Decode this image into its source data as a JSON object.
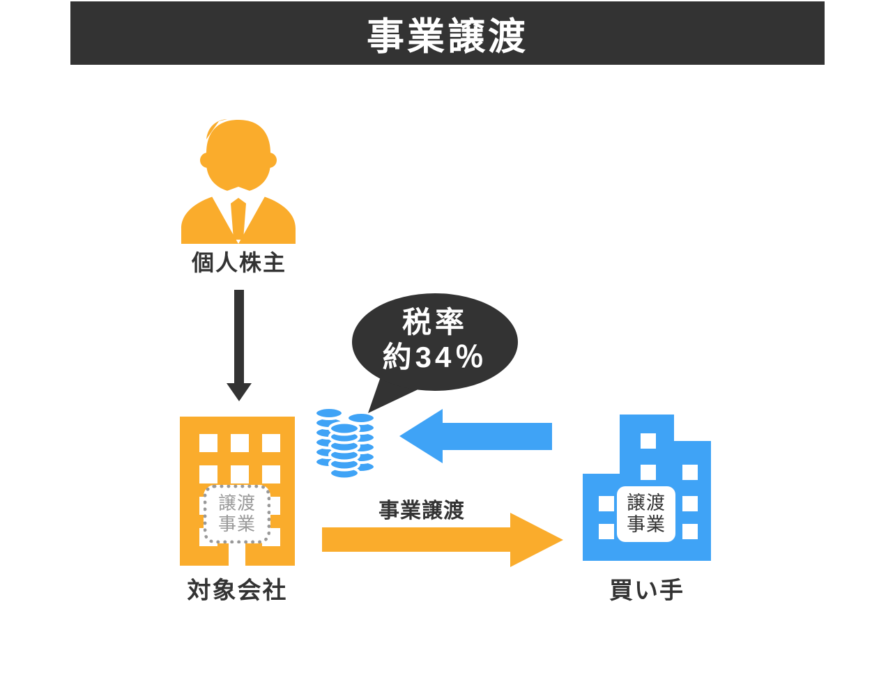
{
  "header": {
    "title": "事業譲渡"
  },
  "colors": {
    "header_bg": "#333333",
    "accent_orange": "#FAAC2C",
    "accent_blue": "#3FA3F6",
    "bubble_bg": "#333333",
    "muted_gray": "#999999",
    "text_dark": "#333333"
  },
  "shareholder": {
    "label": "個人株主",
    "icon": "person-icon"
  },
  "target_company": {
    "label": "対象会社",
    "icon": "building-icon",
    "transfer_box": {
      "line1": "譲渡",
      "line2": "事業"
    }
  },
  "buyer": {
    "label": "買い手",
    "icon": "building-icon",
    "transfer_box": {
      "line1": "譲渡",
      "line2": "事業"
    }
  },
  "coins": {
    "icon": "coins-icon"
  },
  "tax_bubble": {
    "line1": "税率",
    "line2": "約34％"
  },
  "arrows": {
    "ownership": {
      "direction": "down"
    },
    "payment": {
      "direction": "left"
    },
    "transfer": {
      "direction": "right",
      "label": "事業譲渡"
    }
  }
}
